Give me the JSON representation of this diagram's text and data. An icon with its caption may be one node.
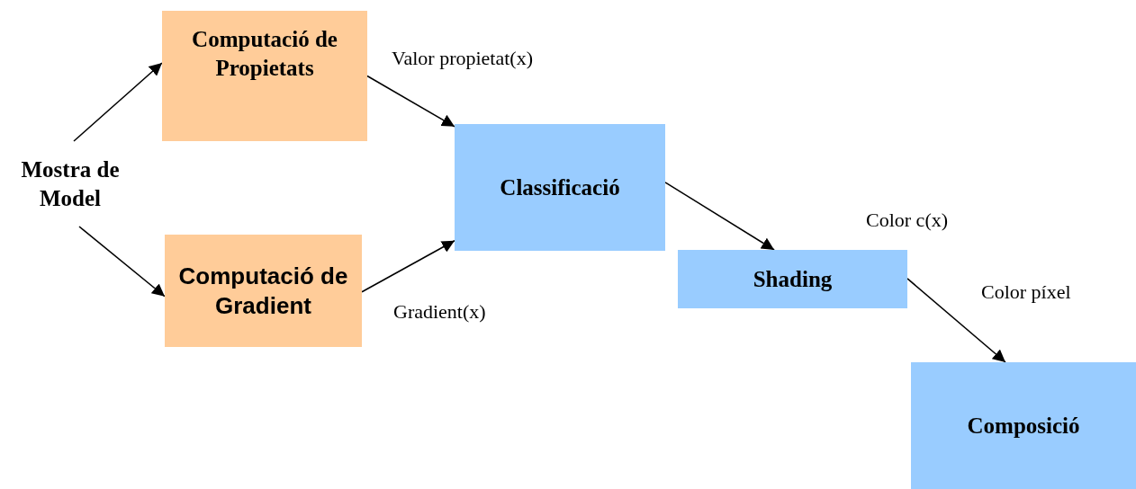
{
  "diagram": {
    "nodes": [
      {
        "text": [
          "Mostra de Model"
        ]
      },
      {
        "text": [
          "Computació de Propietats"
        ]
      },
      {
        "text": [
          "Computació de Gradient"
        ]
      },
      {
        "text": [
          "Classificació"
        ]
      },
      {
        "text": [
          "Shading"
        ]
      },
      {
        "text": [
          "Composició"
        ]
      }
    ],
    "edges": [
      {
        "from": 0,
        "to": 1,
        "arrow": "to"
      },
      {
        "from": 0,
        "to": 2,
        "arrow": "to"
      },
      {
        "from": 1,
        "to": 3,
        "arrow": "to",
        "label": "Valor propietat(x)"
      },
      {
        "from": 2,
        "to": 3,
        "arrow": "to",
        "label": "Gradient(x)"
      },
      {
        "from": 3,
        "to": 4,
        "arrow": "to",
        "label": "Color c(x)"
      },
      {
        "from": 4,
        "to": 5,
        "arrow": "to",
        "label": "Color píxel"
      }
    ]
  }
}
